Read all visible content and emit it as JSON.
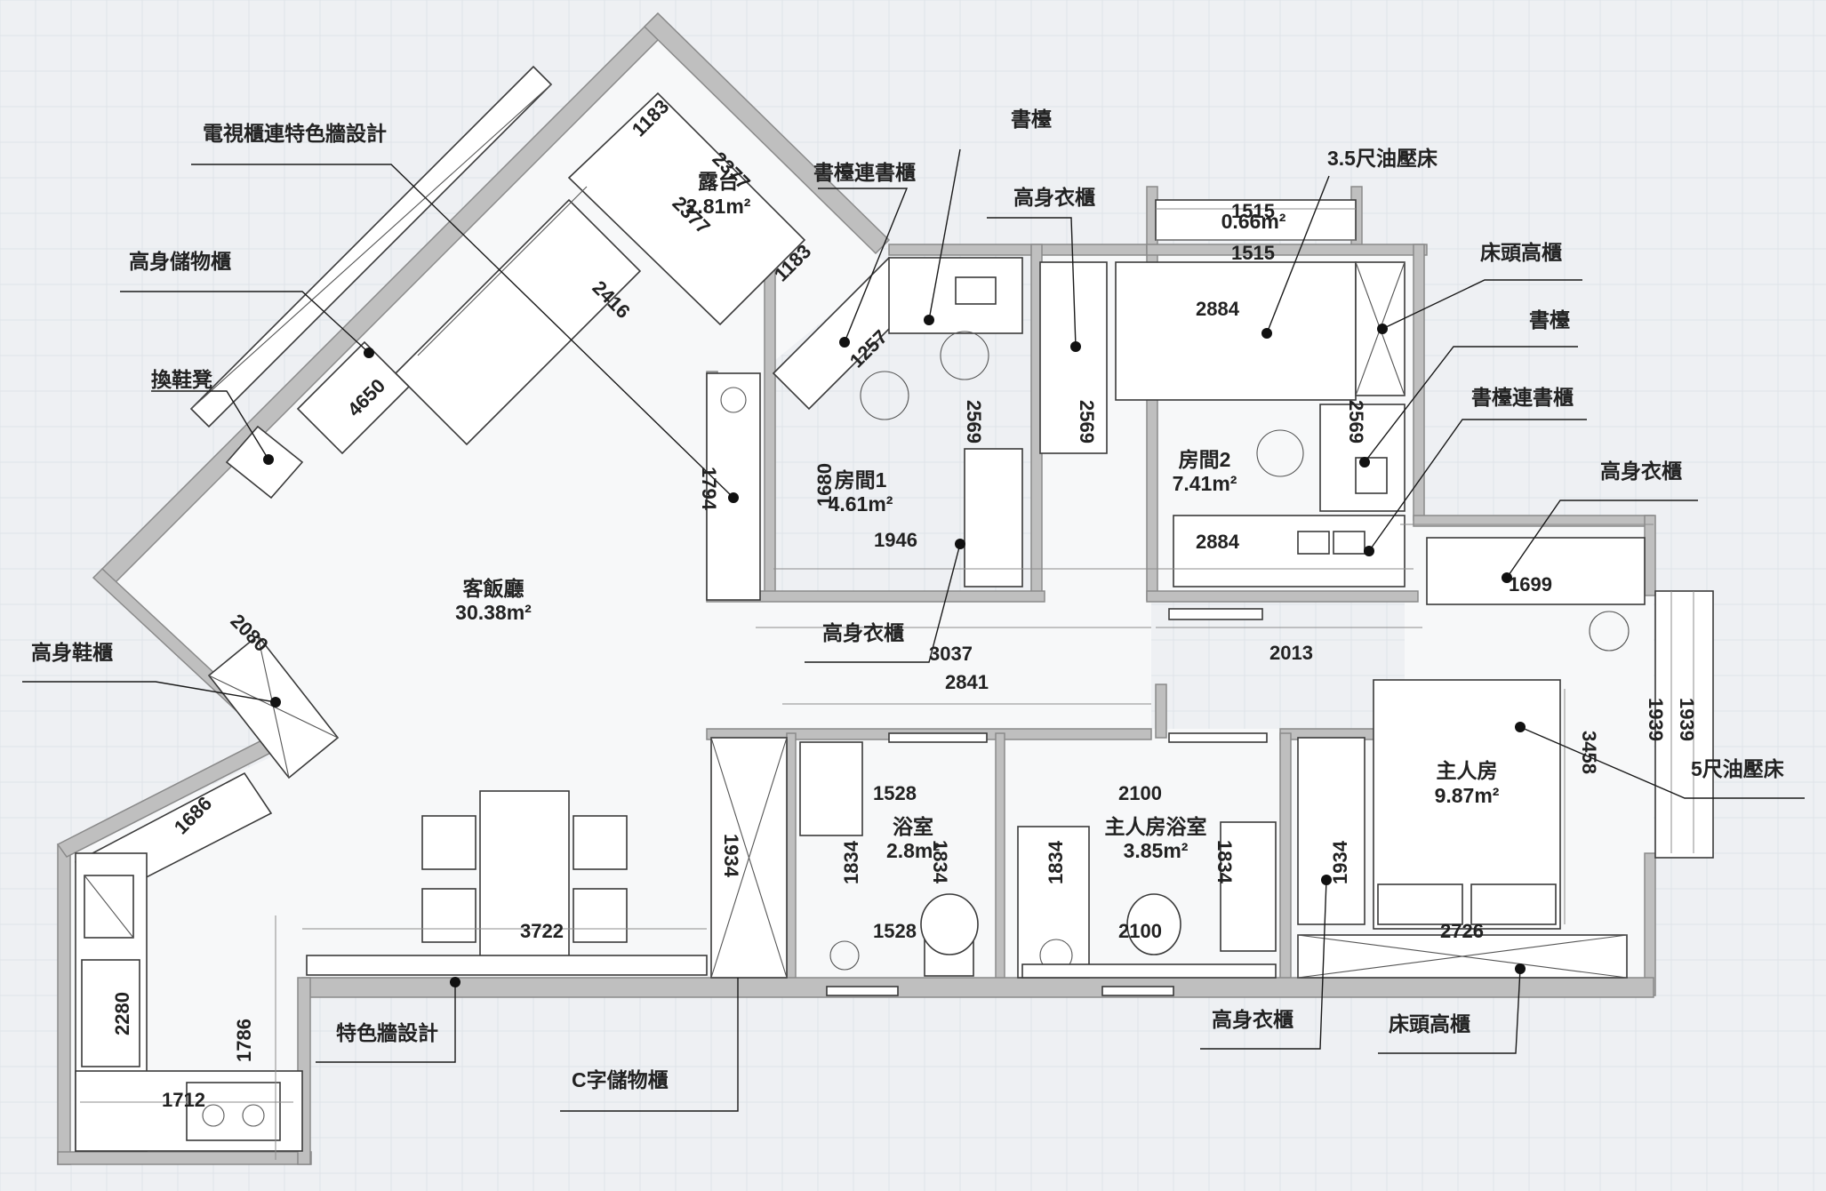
{
  "rooms": [
    {
      "name": "客飯廳",
      "area": "30.38m²"
    },
    {
      "name": "露台",
      "area": "2.81m²"
    },
    {
      "name": "房間1",
      "area": "4.61m²"
    },
    {
      "name": "房間2",
      "area": "7.41m²"
    },
    {
      "name": "浴室",
      "area": "2.8m²"
    },
    {
      "name": "主人房浴室",
      "area": "3.85m²"
    },
    {
      "name": "主人房",
      "area": "9.87m²"
    },
    {
      "name": "",
      "area": "0.66m²"
    }
  ],
  "annotations": [
    "電視櫃連特色牆設計",
    "高身儲物櫃",
    "換鞋凳",
    "高身鞋櫃",
    "書檯連書櫃",
    "書檯",
    "高身衣櫃",
    "3.5尺油壓床",
    "床頭高櫃",
    "書檯",
    "書檯連書櫃",
    "高身衣櫃",
    "5尺油壓床",
    "高身衣櫃",
    "特色牆設計",
    "C字儲物櫃",
    "高身衣櫃",
    "床頭高櫃"
  ],
  "dimensions": [
    "1183",
    "2377",
    "2377",
    "1183",
    "2416",
    "4650",
    "1257",
    "1794",
    "1680",
    "2569",
    "1946",
    "3037",
    "2841",
    "2080",
    "1686",
    "2280",
    "1786",
    "1712",
    "3722",
    "1934",
    "1528",
    "1834",
    "1834",
    "1528",
    "2100",
    "1834",
    "1834",
    "2100",
    "1934",
    "2726",
    "3458",
    "1939",
    "1939",
    "1699",
    "2013",
    "2884",
    "2569",
    "2884",
    "2569",
    "1515",
    "1515"
  ]
}
